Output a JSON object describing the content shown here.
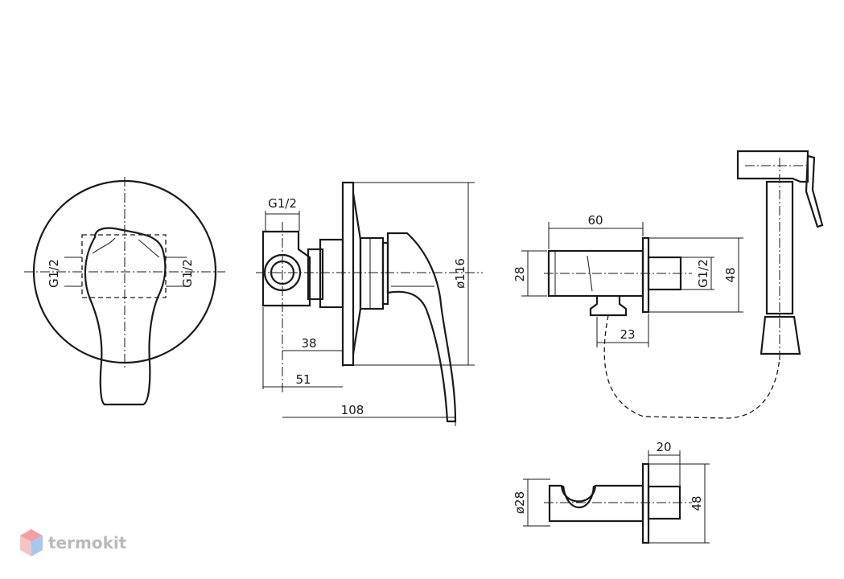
{
  "dimensions": {
    "front_g_left": "G1/2",
    "front_g_right": "G1/2",
    "side_g_top": "G1/2",
    "side_38": "38",
    "side_51": "51",
    "side_108": "108",
    "side_dia116": "ø116",
    "outlet_60": "60",
    "outlet_28": "28",
    "outlet_23": "23",
    "outlet_g": "G1/2",
    "outlet_48": "48",
    "holder_20": "20",
    "holder_dia28": "ø28",
    "holder_48": "48"
  },
  "brand": {
    "name": "termokit",
    "icon": "hexagon-cube-icon",
    "color_top": "#f2a0a6",
    "color_bottom": "#a9c6ef"
  }
}
